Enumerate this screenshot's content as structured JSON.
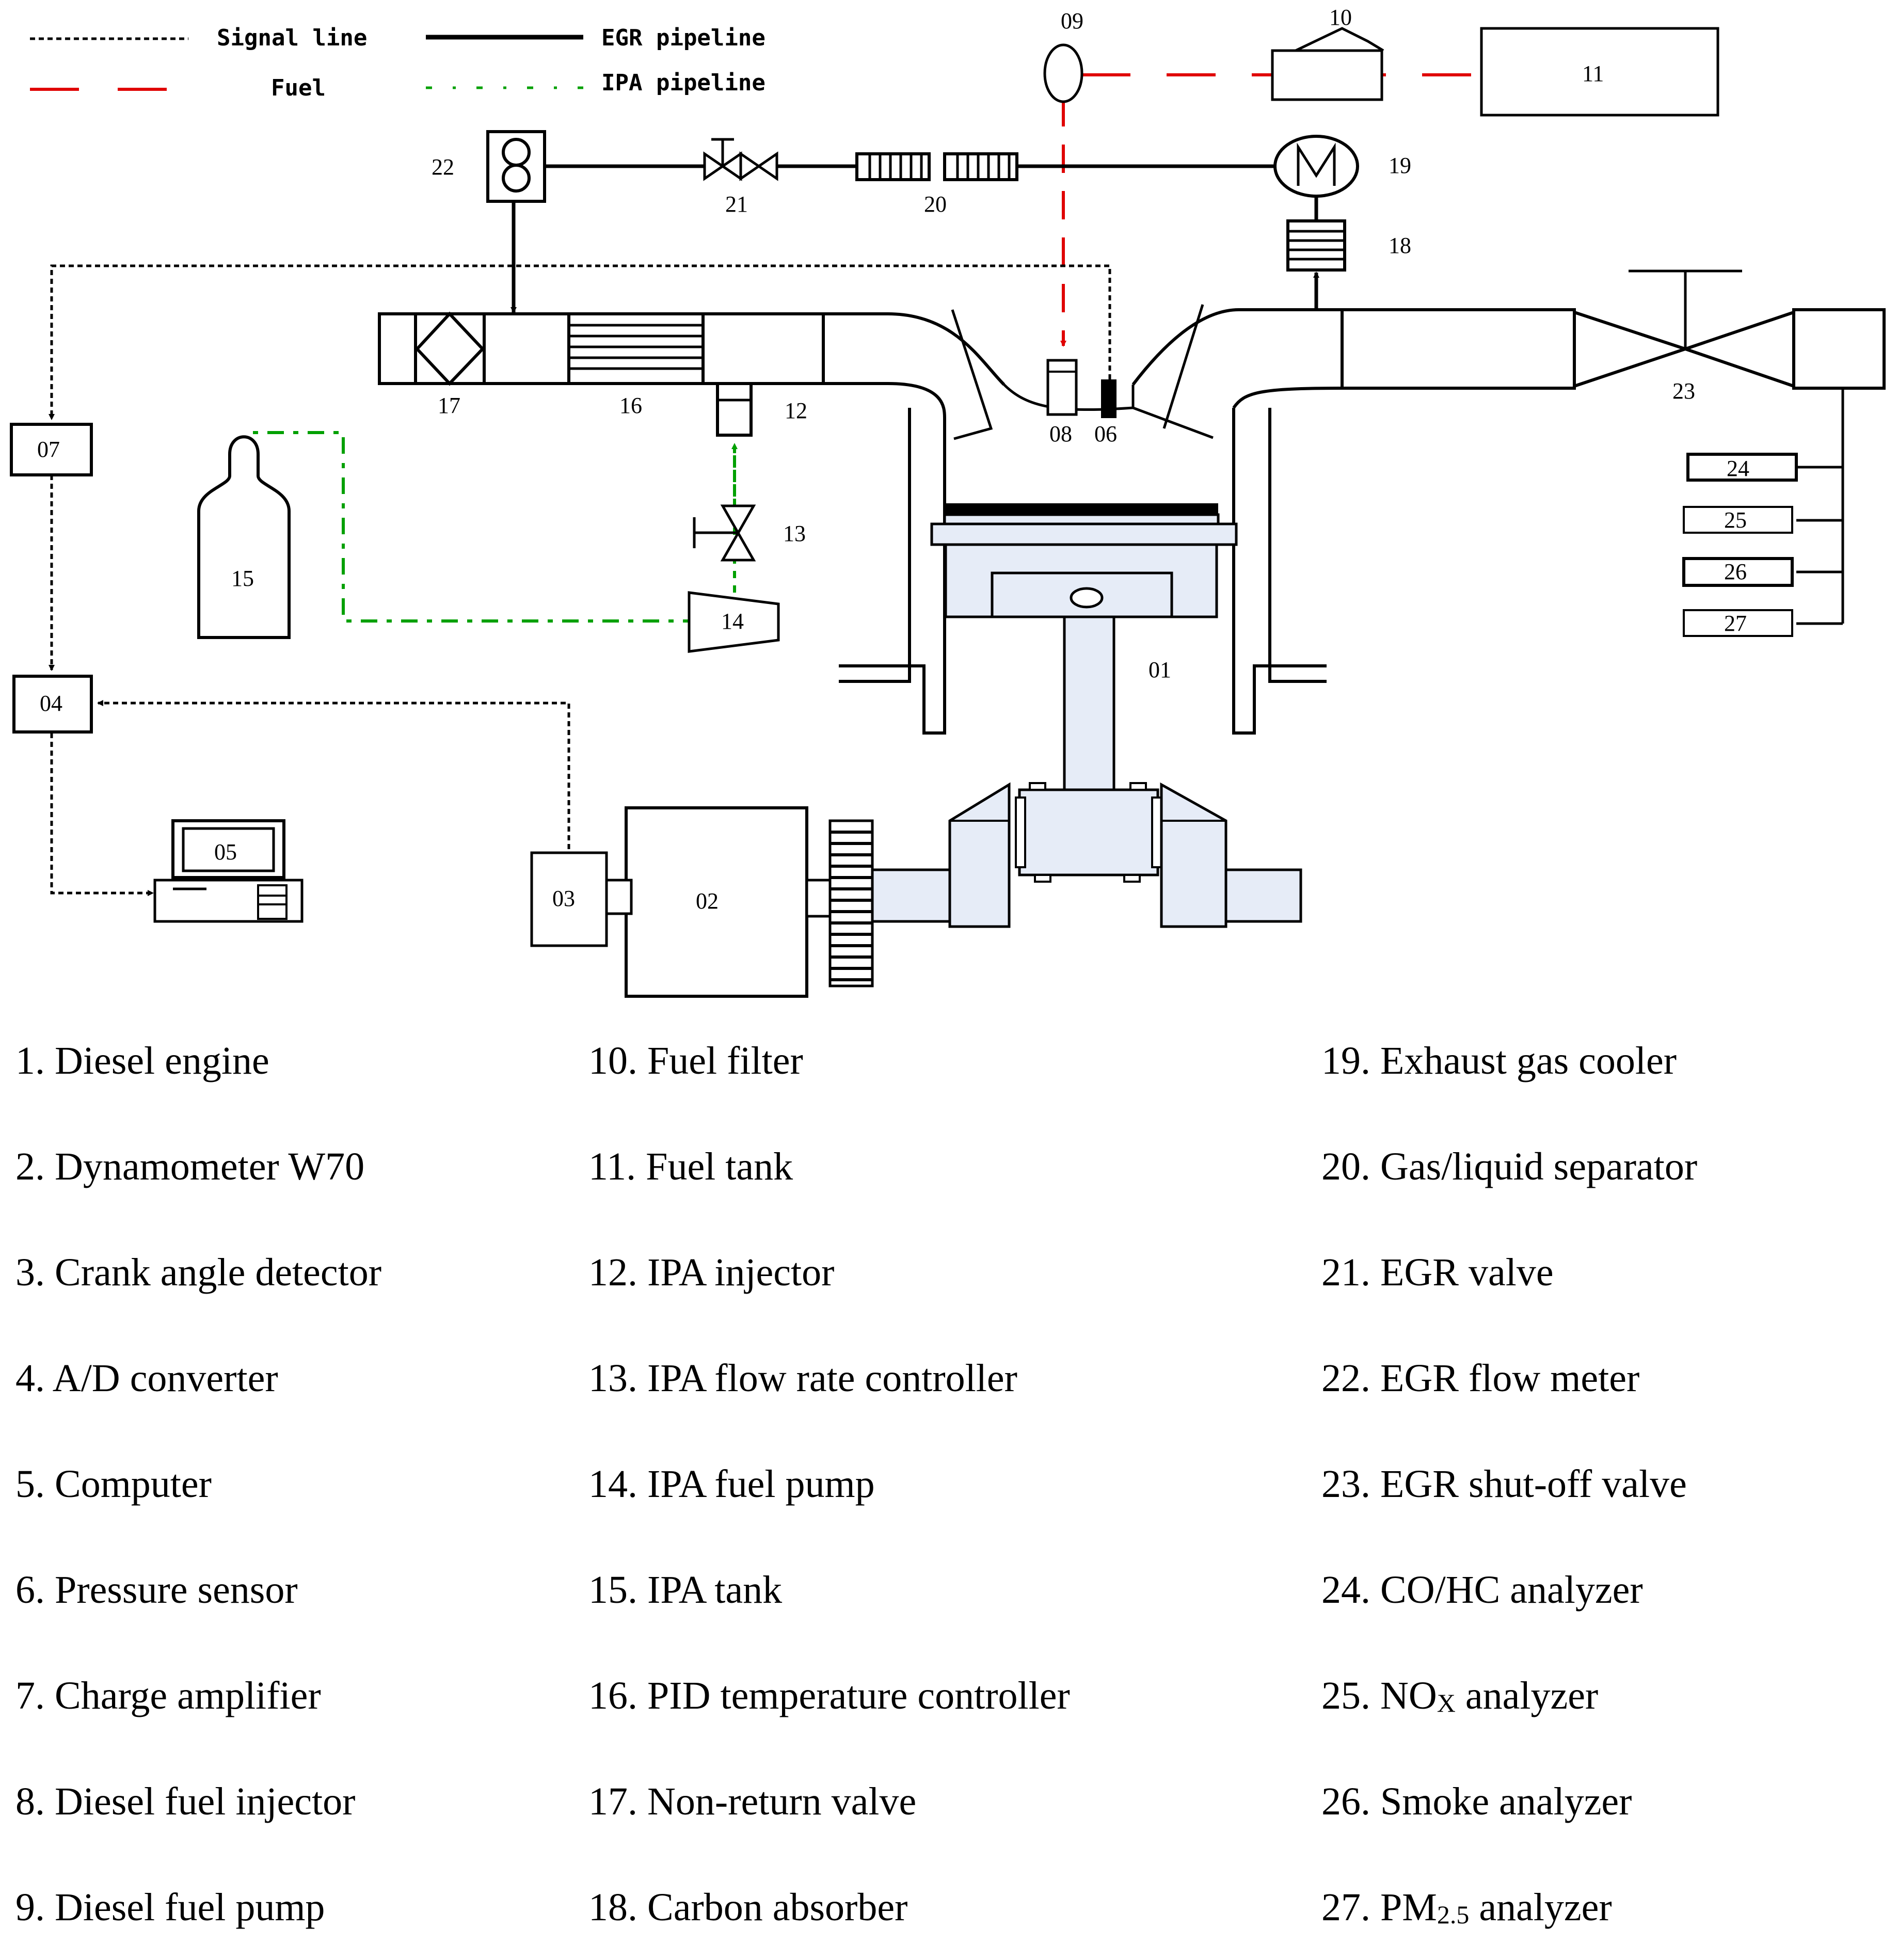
{
  "legend": {
    "signal_line": "Signal line",
    "egr_pipeline": "EGR pipeline",
    "fuel": "Fuel",
    "ipa_pipeline": "IPA pipeline"
  },
  "labels": {
    "l01": "01",
    "l02": "02",
    "l03": "03",
    "l04": "04",
    "l05": "05",
    "l06": "06",
    "l07": "07",
    "l08": "08",
    "l09": "09",
    "l10": "10",
    "l11": "11",
    "l12": "12",
    "l13": "13",
    "l14": "14",
    "l15": "15",
    "l16": "16",
    "l17": "17",
    "l18": "18",
    "l19": "19",
    "l20": "20",
    "l21": "21",
    "l22": "22",
    "l23": "23",
    "l24": "24",
    "l25": "25",
    "l26": "26",
    "l27": "27"
  },
  "components": [
    {
      "text": "1. Diesel engine"
    },
    {
      "text": "2. Dynamometer W70"
    },
    {
      "text": "3. Crank angle detector"
    },
    {
      "text": "4. A/D converter"
    },
    {
      "text": "5. Computer"
    },
    {
      "text": "6. Pressure sensor"
    },
    {
      "text": "7. Charge amplifier"
    },
    {
      "text": "8. Diesel fuel injector"
    },
    {
      "text": "9. Diesel fuel pump"
    },
    {
      "text": "10. Fuel filter"
    },
    {
      "text": "11. Fuel tank"
    },
    {
      "text": "12. IPA injector"
    },
    {
      "text": "13. IPA flow rate controller"
    },
    {
      "text": "14. IPA fuel pump"
    },
    {
      "text": "15. IPA tank"
    },
    {
      "text": "16. PID temperature controller"
    },
    {
      "text": "17. Non-return valve"
    },
    {
      "text": "18. Carbon absorber"
    },
    {
      "text": "19. Exhaust gas cooler"
    },
    {
      "text": "20. Gas/liquid separator"
    },
    {
      "text": "21. EGR valve"
    },
    {
      "text": "22. EGR flow meter"
    },
    {
      "text": "23. EGR shut-off valve"
    },
    {
      "text": "24. CO/HC analyzer"
    },
    {
      "text": "25. NO",
      "sub": "X",
      "rest": " analyzer"
    },
    {
      "text": "26. Smoke analyzer"
    },
    {
      "text": "27. PM",
      "sub": "2.5",
      "rest": " analyzer"
    }
  ],
  "colors": {
    "fuel_line": "#e00000",
    "ipa_line": "#00a000",
    "engine_fill": "#e6ecf7",
    "line": "#000000"
  }
}
